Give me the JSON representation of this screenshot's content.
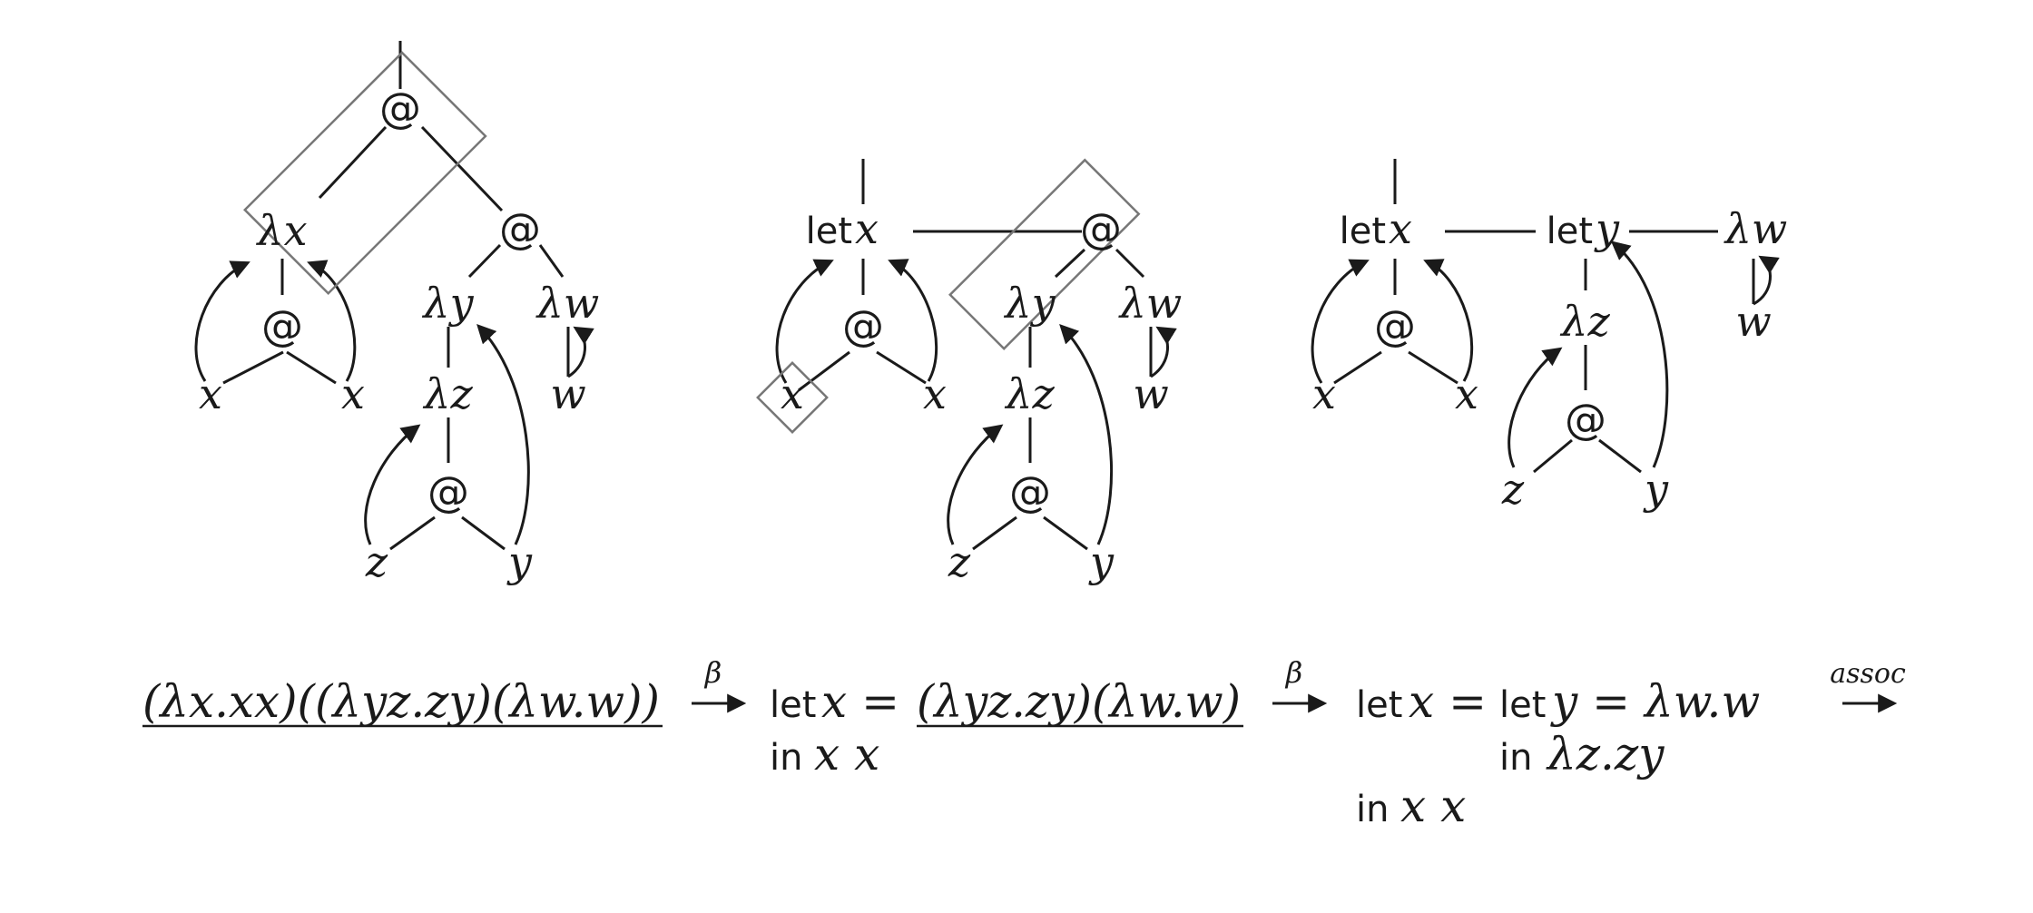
{
  "graph1": {
    "app": "@",
    "lam_x": "λx",
    "app_left": "@",
    "var_x1": "x",
    "var_x2": "x",
    "app_right": "@",
    "lam_y": "λy",
    "lam_w": "λw",
    "var_w": "w",
    "lam_z": "λz",
    "app_z": "@",
    "var_z": "z",
    "var_y": "y"
  },
  "graph2": {
    "let_kw": "let",
    "let_var": "x",
    "app_left": "@",
    "var_x1": "x",
    "var_x2": "x",
    "app_right": "@",
    "lam_y": "λy",
    "lam_w": "λw",
    "var_w": "w",
    "lam_z": "λz",
    "app_z": "@",
    "var_z": "z",
    "var_y": "y"
  },
  "graph3": {
    "let_kw_x": "let",
    "let_var_x": "x",
    "let_kw_y": "let",
    "let_var_y": "y",
    "lam_w": "λw",
    "var_w": "w",
    "app_left": "@",
    "var_x1": "x",
    "var_x2": "x",
    "lam_z": "λz",
    "app_z": "@",
    "var_z": "z",
    "var_y": "y"
  },
  "terms": {
    "t1": "(λx.xx)((λyz.zy)(λw.w))",
    "step1_label": "β",
    "t2_let": "let",
    "t2_eq": "x =",
    "t2_rhs": "(λyz.zy)(λw.w)",
    "t2_in": "in",
    "t2_body": "x x",
    "step2_label": "β",
    "t3_let": "let",
    "t3_eq": "x =",
    "t3_let2": "let",
    "t3_eq2": "y =",
    "t3_rhs2": "λw.w",
    "t3_in2": "in",
    "t3_body2": "λz.zy",
    "t3_in": "in",
    "t3_body": "x x",
    "step3_label": "assoc"
  }
}
